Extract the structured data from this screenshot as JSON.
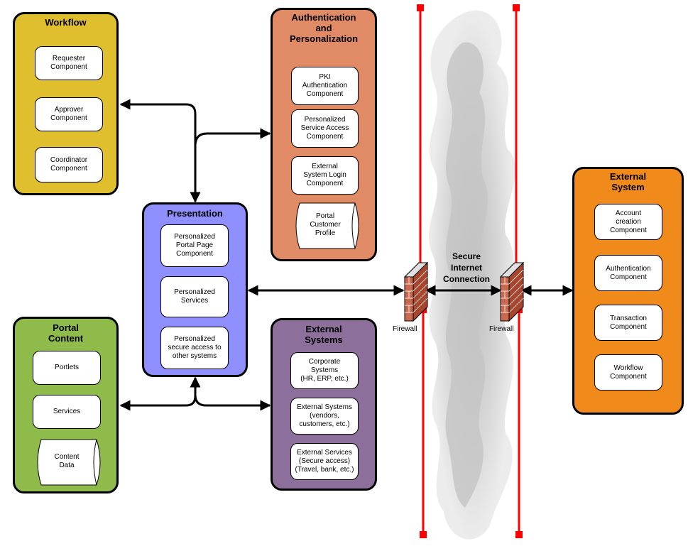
{
  "colors": {
    "workflow": "#dfbf2d",
    "auth": "#e08a66",
    "presentation": "#8f8fff",
    "portal": "#8fbb4b",
    "external_systems": "#8c6f9b",
    "external_system": "#ef8a1b",
    "red_line": "#ff0000"
  },
  "workflow": {
    "title": "Workflow",
    "items": [
      "Requester\nComponent",
      "Approver\nComponent",
      "Coordinator\nComponent"
    ]
  },
  "auth": {
    "title": "Authentication\nand\nPersonalization",
    "items": [
      "PKI\nAuthentication\nComponent",
      "Personalized\nService Access\nComponent",
      "External\nSystem Login\nComponent"
    ],
    "profile": "Portal\nCustomer\nProfile"
  },
  "presentation": {
    "title": "Presentation",
    "items": [
      "Personalized\nPortal Page\nComponent",
      "Personalized\nServices",
      "Personalized\nsecure access to\nother systems"
    ]
  },
  "portal": {
    "title": "Portal\nContent",
    "items": [
      "Portlets",
      "Services"
    ],
    "data": "Content\nData"
  },
  "ext_systems": {
    "title": "External\nSystems",
    "items": [
      "Corporate\nSystems\n(HR, ERP, etc.)",
      "External Systems\n(vendors,\ncustomers, etc.)",
      "External Services\n(Secure access)\n(Travel, bank, etc.)"
    ]
  },
  "external": {
    "title": "External\nSystem",
    "items": [
      "Account\ncreation\nComponent",
      "Authentication\nComponent",
      "Transaction\nComponent",
      "Workflow\nComponent"
    ]
  },
  "firewall_left": "Firewall",
  "firewall_right": "Firewall",
  "secure_connection": "Secure\nInternet\nConnection",
  "icons": [
    "firewall-icon",
    "cloud-icon"
  ]
}
